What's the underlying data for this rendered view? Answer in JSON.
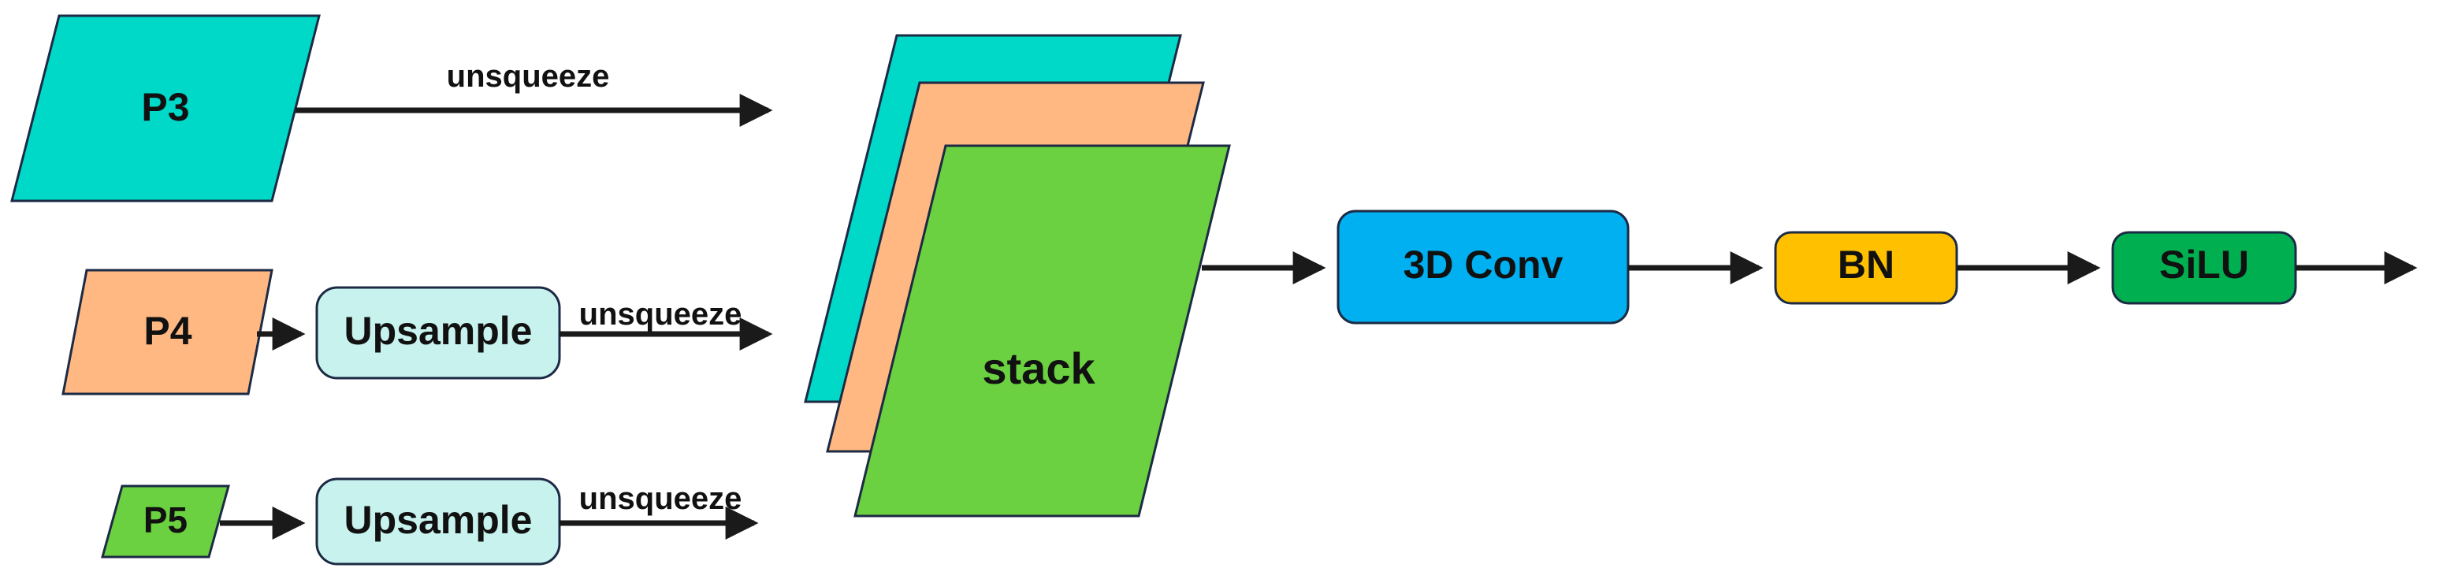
{
  "inputs": {
    "p3": {
      "label": "P3",
      "color": "#00D8C8"
    },
    "p4": {
      "label": "P4",
      "color": "#FFB882"
    },
    "p5": {
      "label": "P5",
      "color": "#6BD140"
    }
  },
  "upsample": {
    "label": "Upsample",
    "color": "#C8F2EE"
  },
  "edge_labels": {
    "p3": "unsqueeze",
    "p4": "unsqueeze",
    "p5": "unsqueeze"
  },
  "stack": {
    "label": "stack",
    "layer_colors": [
      "#00D8C8",
      "#FFB882",
      "#6BD140"
    ]
  },
  "pipeline": [
    {
      "key": "conv3d",
      "label": "3D Conv",
      "color": "#00B0F0"
    },
    {
      "key": "bn",
      "label": "BN",
      "color": "#FFC000"
    },
    {
      "key": "silu",
      "label": "SiLU",
      "color": "#00B050"
    }
  ]
}
